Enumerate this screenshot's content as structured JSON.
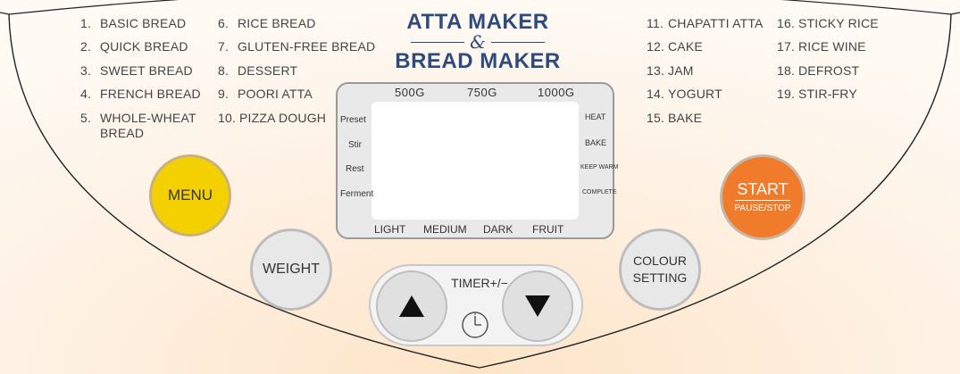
{
  "brand": {
    "line1": "ATTA MAKER",
    "amp": "&",
    "line2": "BREAD MAKER"
  },
  "programs": [
    {
      "num": "1.",
      "label": "BASIC BREAD"
    },
    {
      "num": "2.",
      "label": "QUICK BREAD"
    },
    {
      "num": "3.",
      "label": "SWEET BREAD"
    },
    {
      "num": "4.",
      "label": "FRENCH BREAD"
    },
    {
      "num": "5.",
      "label": "WHOLE-WHEAT",
      "label2": "BREAD"
    },
    {
      "num": "6.",
      "label": "RICE BREAD"
    },
    {
      "num": "7.",
      "label": "GLUTEN-FREE BREAD"
    },
    {
      "num": "8.",
      "label": "DESSERT"
    },
    {
      "num": "9.",
      "label": "POORI ATTA"
    },
    {
      "num": "10.",
      "label": "PIZZA DOUGH"
    },
    {
      "num": "11.",
      "label": "CHAPATTI ATTA"
    },
    {
      "num": "12.",
      "label": "CAKE"
    },
    {
      "num": "13.",
      "label": "JAM"
    },
    {
      "num": "14.",
      "label": "YOGURT"
    },
    {
      "num": "15.",
      "label": "BAKE"
    },
    {
      "num": "16.",
      "label": "STICKY RICE"
    },
    {
      "num": "17.",
      "label": "RICE WINE"
    },
    {
      "num": "18.",
      "label": "DEFROST"
    },
    {
      "num": "19.",
      "label": "STIR-FRY"
    }
  ],
  "display": {
    "weights": [
      "500G",
      "750G",
      "1000G"
    ],
    "stages_left": [
      "Preset",
      "Stir",
      "Rest",
      "Ferment"
    ],
    "stages_right": [
      "HEAT",
      "BAKE",
      "KEEP WARM",
      "COMPLETE"
    ],
    "crust": [
      "LIGHT",
      "MEDIUM",
      "DARK",
      "FRUIT"
    ]
  },
  "buttons": {
    "menu": "MENU",
    "weight": "WEIGHT",
    "colour_line1": "COLOUR",
    "colour_line2": "SETTING",
    "start": "START",
    "pause_stop": "PAUSE/STOP",
    "timer": "TIMER+/−"
  },
  "colors": {
    "menu": "#f5d000",
    "start": "#f07b2b",
    "brand": "#2f4a7c"
  },
  "icons": {
    "timer_up": "triangle-up-icon",
    "timer_down": "triangle-down-icon",
    "clock": "clock-icon"
  }
}
